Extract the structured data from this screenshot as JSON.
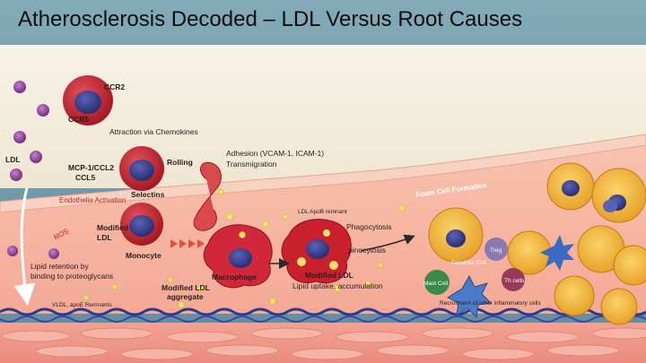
{
  "slide": {
    "title": "Atherosclerosis Decoded – LDL Versus Root Causes"
  },
  "figure_labels": {
    "ccr2": "CCR2",
    "ccr5": "CCR5",
    "attraction": "Attraction via Chemokines",
    "ldl": "LDL",
    "mcp1": "MCP-1/CCL2",
    "ccl5": "CCL5",
    "rolling": "Rolling",
    "adhesion_1": "Adhesion (VCAM-1, ICAM-1)",
    "adhesion_2": "Transmigration",
    "selectins": "Selectins",
    "endothelia": "Endothelia Activation",
    "ros": "ROS",
    "modified_ldl_1": "Modified",
    "modified_ldl_2": "LDL",
    "monocyte": "Monocyte",
    "ldl_apob": "LDL ApoB remnant",
    "phagocytosis": "Phagocytosis",
    "pinocytosis": "pinocytosis",
    "foam_cell": "Foam Cell Formation",
    "lipid_retention_1": "Lipid retention by",
    "lipid_retention_2": "binding to proteoglycans",
    "vldl": "VLDL, apoE Remnants",
    "macrophage": "Macrophage",
    "mod_aggregate_1": "Modified LDL",
    "mod_aggregate_2": "aggregate",
    "modified_ldl_cell": "Modified LDL",
    "lipid_uptake": "Lipid uptake, accumulation",
    "dendritic": "Dendritic Cell",
    "treg": "Treg",
    "th_cells": "Th cells",
    "mast_cell": "Mast Cell",
    "recruitment": "Recruitment of other inflammatory cells"
  },
  "colors": {
    "lumen": "#f3efe2",
    "intima": "#f6b7a2",
    "media": "#f09a8c",
    "monocyte": "#c8202c",
    "nucleus": "#3a3f8f",
    "foam_cell": "#f2b53a",
    "accent_red": "#c2201c"
  }
}
